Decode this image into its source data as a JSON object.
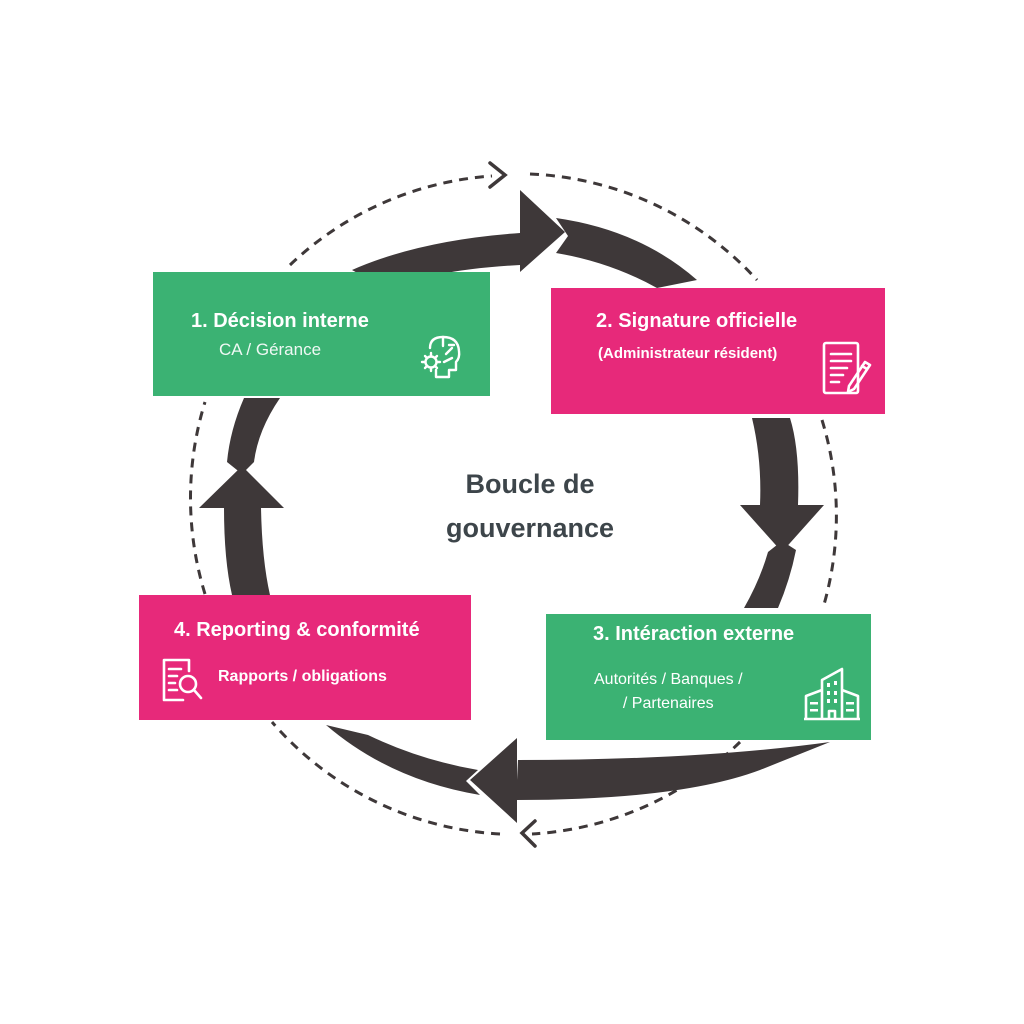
{
  "center_title": {
    "line1": "Boucle de",
    "line2": "gouvernance"
  },
  "colors": {
    "green": "#3bb273",
    "pink": "#e7297a",
    "arrow": "#3e3839",
    "text_dark": "#3d454a",
    "box_text": "#ffffff"
  },
  "steps": [
    {
      "title": "1. Décision interne",
      "subtitle": "CA / Gérance",
      "icon": "brain-gear-icon",
      "color": "green"
    },
    {
      "title": "2. Signature officielle",
      "subtitle": "(Administrateur résident)",
      "icon": "document-signature-icon",
      "color": "pink"
    },
    {
      "title": "3. Intéraction externe",
      "subtitle_lines": [
        "Autorités / Banques /",
        "/ Partenaires"
      ],
      "icon": "office-building-icon",
      "color": "green"
    },
    {
      "title": "4. Reporting & conformité",
      "subtitle": "Rapports / obligations",
      "icon": "document-search-icon",
      "color": "pink"
    }
  ],
  "flow": {
    "inner_direction": "clockwise",
    "outer_dashed_direction": "clockwise",
    "arrow_count": 4
  }
}
